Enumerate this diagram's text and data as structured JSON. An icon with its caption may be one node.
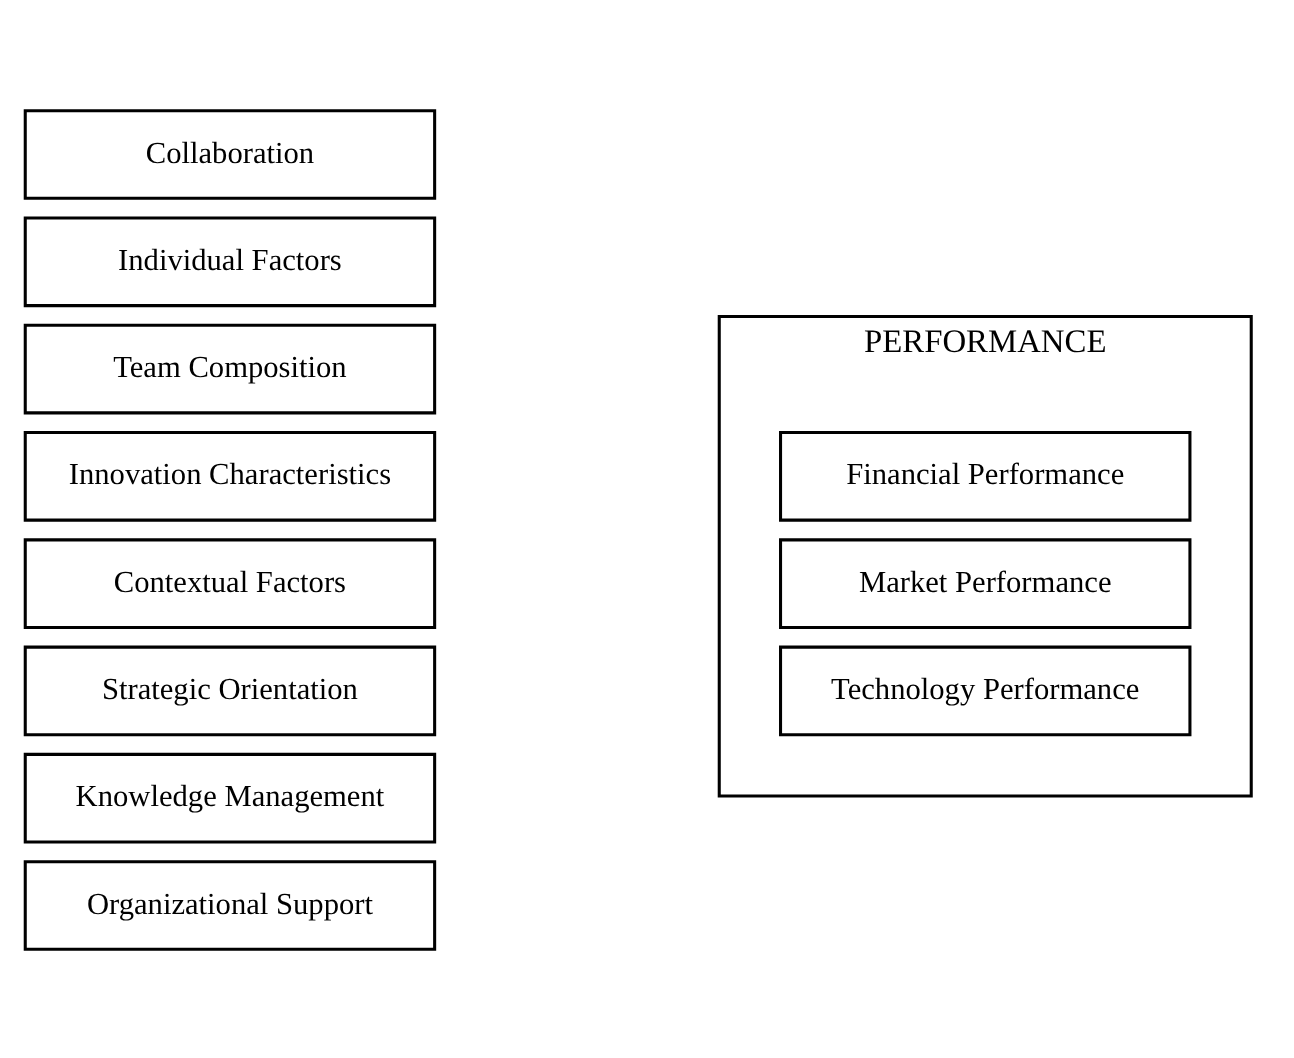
{
  "diagram": {
    "nodes": [
      {
        "text": [
          "Organizational Support"
        ]
      },
      {
        "text": [
          "Knowledge Management"
        ]
      },
      {
        "text": [
          "Strategic Orientation"
        ]
      },
      {
        "text": [
          "Contextual Factors"
        ]
      },
      {
        "text": [
          "Innovation Characteristics"
        ]
      },
      {
        "text": [
          "Team Composition"
        ]
      },
      {
        "text": [
          "Individual Factors"
        ]
      },
      {
        "text": [
          "Collaboration"
        ]
      },
      {
        "text": [
          "PERFORMANCE"
        ]
      },
      {
        "text": [
          "Financial Performance"
        ],
        "in": 8
      },
      {
        "text": [
          "Market Performance"
        ],
        "in": 8
      },
      {
        "text": [
          "Technology Performance"
        ],
        "in": 8
      }
    ],
    "edges": []
  }
}
